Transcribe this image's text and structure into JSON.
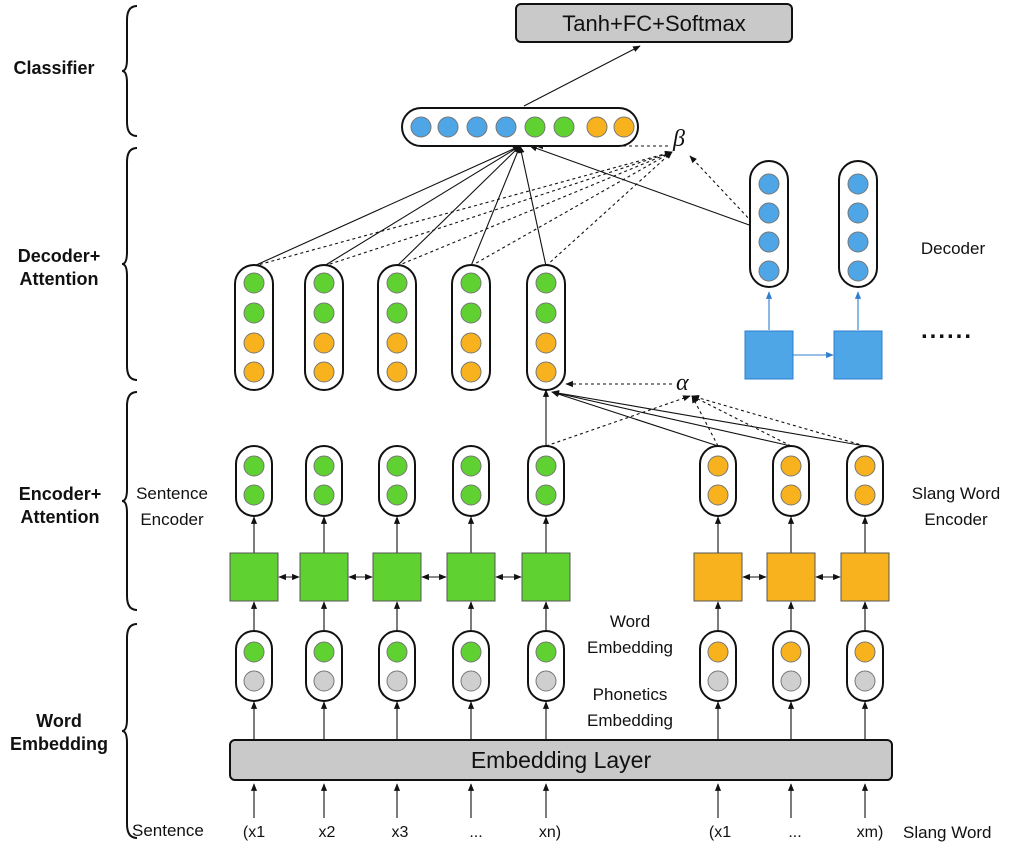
{
  "sections": {
    "classifier": "Classifier",
    "decoder_attention": [
      "Decoder+",
      "Attention"
    ],
    "encoder_attention": [
      "Encoder+",
      "Attention"
    ],
    "word_embedding": [
      "Word",
      "Embedding"
    ]
  },
  "boxes": {
    "classifier_layer": "Tanh+FC+Softmax",
    "embedding_layer": "Embedding Layer"
  },
  "labels": {
    "sentence_encoder": [
      "Sentence",
      "Encoder"
    ],
    "slang_word_encoder": [
      "Slang Word",
      "Encoder"
    ],
    "word_embedding": [
      "Word",
      "Embedding"
    ],
    "phonetics_embedding": [
      "Phonetics",
      "Embedding"
    ],
    "decoder": "Decoder",
    "ellipsis": "......",
    "alpha": "α",
    "beta": "β"
  },
  "inputs": {
    "sentence_label": "Sentence",
    "slang_word_label": "Slang Word",
    "sentence_tokens": [
      "(x1",
      "x2",
      "x3",
      "...",
      "xn)"
    ],
    "slang_tokens": [
      "(x1",
      "...",
      "xm)"
    ]
  },
  "colors": {
    "green": "#5fd130",
    "orange": "#f7b21d",
    "blue": "#4ea6e6",
    "gray_dot": "#cfcfcf",
    "box_gray": "#c9c9c9"
  }
}
